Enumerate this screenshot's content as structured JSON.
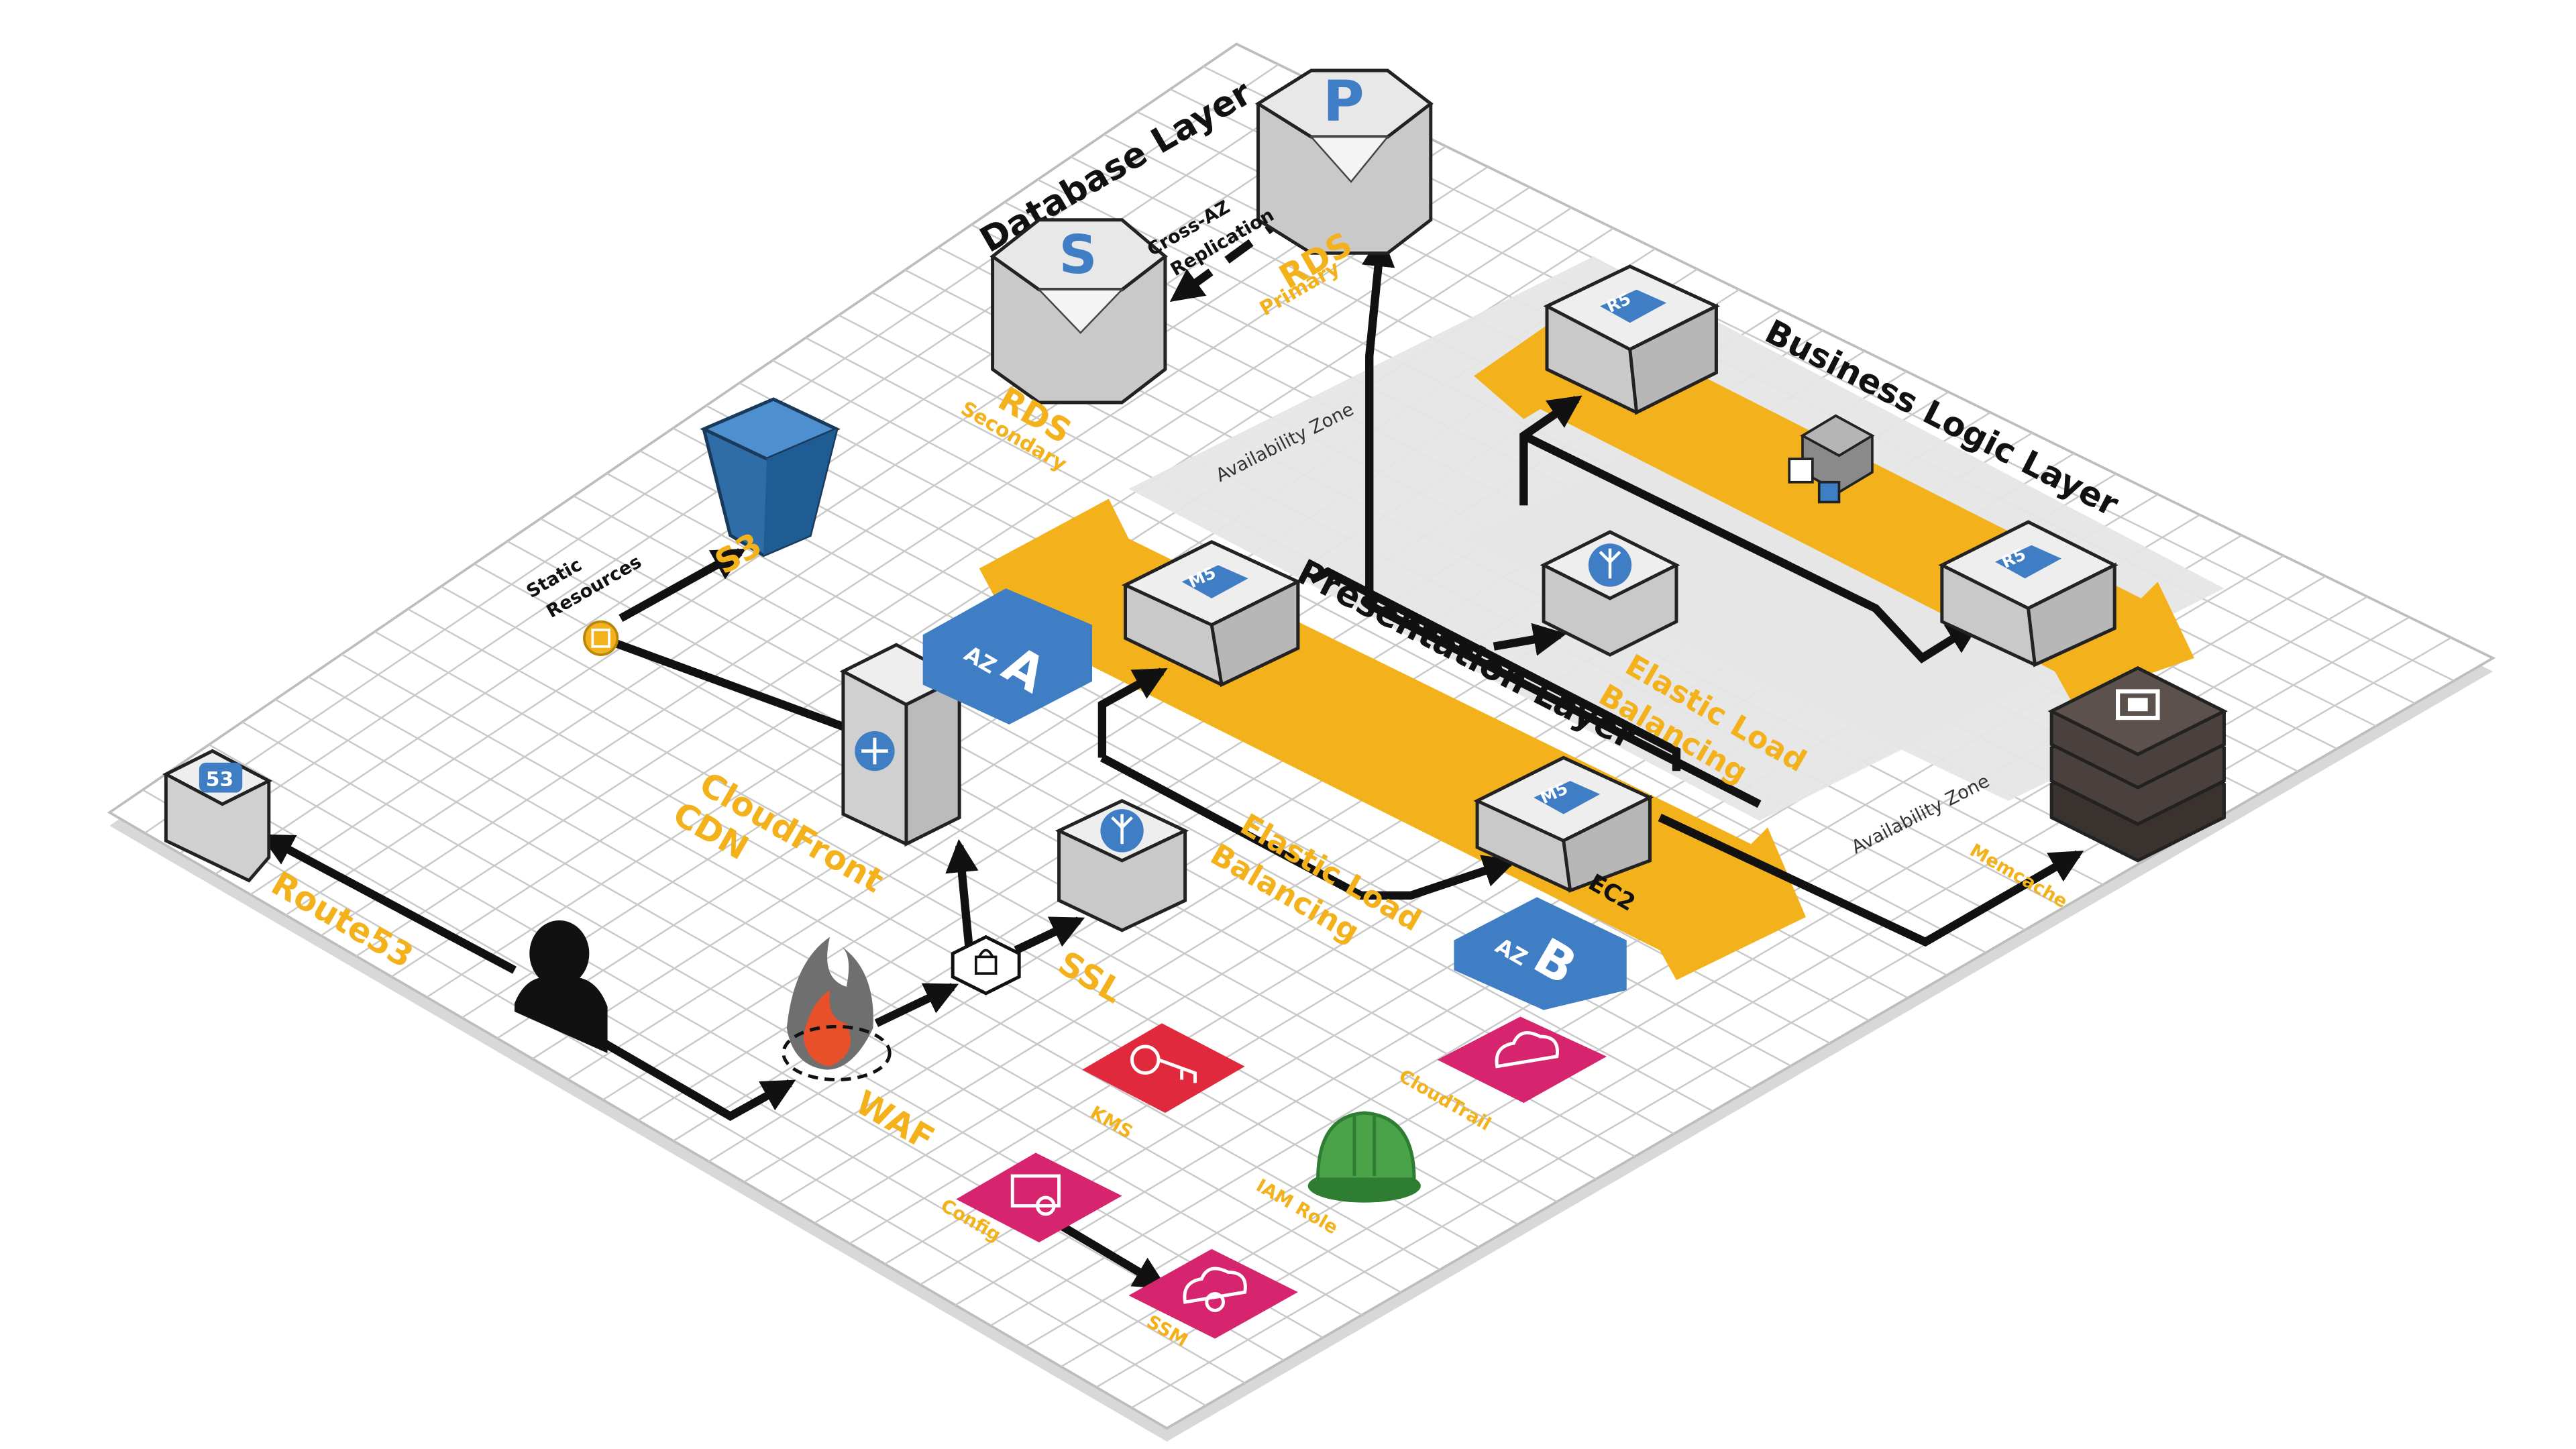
{
  "layers": {
    "database": "Database Layer",
    "presentation": "Presentation Layer",
    "business_logic": "Business Logic Layer"
  },
  "availability_zones": {
    "zone_label_top": "Availability Zone",
    "zone_label_bottom": "Availability Zone",
    "az_a_prefix": "AZ",
    "az_a_letter": "A",
    "az_b_prefix": "AZ",
    "az_b_letter": "B"
  },
  "nodes": {
    "rds_primary": {
      "icon_letter": "P",
      "title": "RDS",
      "subtitle": "Primary"
    },
    "rds_secondary": {
      "icon_letter": "S",
      "title": "RDS",
      "subtitle": "Secondary"
    },
    "replication": {
      "line1": "Cross-AZ",
      "line2": "Replication"
    },
    "s3": {
      "title": "S3"
    },
    "static_resources": {
      "line1": "Static",
      "line2": "Resources"
    },
    "cloudfront": {
      "line1": "CloudFront",
      "line2": "CDN"
    },
    "route53": {
      "icon_text": "53",
      "title": "Route53"
    },
    "waf": {
      "title": "WAF"
    },
    "ssl": {
      "title": "SSL"
    },
    "elb_front": {
      "line1": "Elastic Load",
      "line2": "Balancing"
    },
    "elb_app": {
      "line1": "Elastic Load",
      "line2": "Balancing"
    },
    "m5_a": {
      "badge": "M5"
    },
    "m5_b": {
      "badge": "M5"
    },
    "ec2": {
      "title": "EC2"
    },
    "r5_top": {
      "badge": "R5"
    },
    "r5_bottom": {
      "badge": "R5"
    },
    "coldfusion": {
      "title": "ColdFusion"
    },
    "memcache": {
      "title": "Memcache"
    },
    "kms": {
      "title": "KMS"
    },
    "cloudtrail": {
      "title": "CloudTrail"
    },
    "iam_role": {
      "title": "IAM Role"
    },
    "config": {
      "title": "Config"
    },
    "ssm": {
      "title": "SSM"
    }
  },
  "colors": {
    "aws_orange": "#F3B21B",
    "aws_blue": "#3F7DC4",
    "aws_pink": "#D6246E",
    "aws_red": "#E0293C",
    "gray_zone": "#E4E4E4",
    "memcache_dark": "#4A403D"
  }
}
